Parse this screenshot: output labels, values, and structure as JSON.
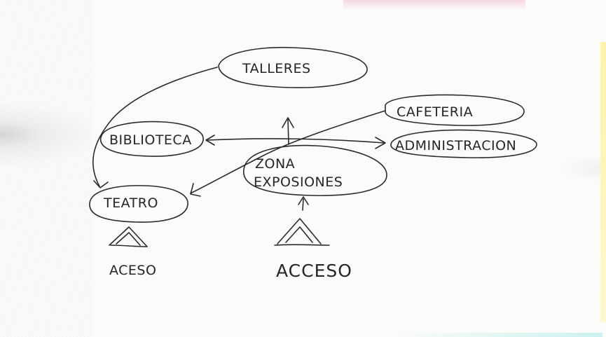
{
  "diagram": {
    "nodes": {
      "talleres": "TALLERES",
      "cafeteria": "CAFETERIA",
      "biblioteca": "BIBLIOTECA",
      "administracion": "ADMINISTRACION",
      "zona_line1": "ZONA",
      "zona_line2": "EXPOSIONES",
      "teatro": "TEATRO"
    },
    "access": {
      "left": "ACESO",
      "center": "ACCESO"
    }
  }
}
